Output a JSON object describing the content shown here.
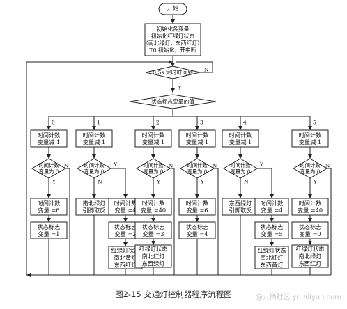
{
  "diagram": {
    "start": "开始",
    "init": [
      "初始化各变量",
      "初始化红绿灯状态",
      "（南北绿灯，东西红灯）",
      "T0 初始化，开中断"
    ],
    "timer_check": "0.5s 定时时间到",
    "state_check": "状态标志变量的值",
    "branch_y": "Y",
    "branch_n": "N",
    "case_labels": [
      "0",
      "1",
      "2",
      "3",
      "4",
      "5"
    ],
    "counter_decrement": [
      "时间计数",
      "变量减 1"
    ],
    "counter_zero_question": [
      "时间计数",
      "变量为 0"
    ],
    "branches": [
      {
        "after_zero": [
          [
            "时间计数",
            "变量 =6"
          ],
          [
            "状态标志",
            "变量 =1"
          ]
        ]
      },
      {
        "y_steps": [
          [
            "时间计数",
            "变量 =4"
          ],
          [
            "状态标志",
            "变量 =2"
          ],
          [
            "红绿灯状态",
            "南北黄灯",
            "东西红灯"
          ]
        ],
        "n_steps": [
          [
            "南北绿灯",
            "引脚取反"
          ]
        ]
      },
      {
        "after_zero": [
          [
            "时间计数",
            "变量 =40"
          ],
          [
            "状态标志",
            "变量 =3"
          ],
          [
            "红绿灯状态",
            "南北红灯",
            "东西绿灯"
          ]
        ]
      },
      {
        "after_zero": [
          [
            "时间计数",
            "变量 =6"
          ],
          [
            "状态标志",
            "变量 =4"
          ]
        ]
      },
      {
        "y_steps": [
          [
            "时间计数",
            "变量 =4"
          ],
          [
            "状态标志",
            "变量 =5"
          ],
          [
            "红绿灯状态",
            "南北红灯",
            "东西黄灯"
          ]
        ],
        "n_steps": [
          [
            "东西绿灯",
            "引脚取反"
          ]
        ]
      },
      {
        "after_zero": [
          [
            "时间计数",
            "变量 =40"
          ],
          [
            "状态标志",
            "变量 =0"
          ],
          [
            "红绿灯状态",
            "南北绿灯",
            "东西红灯"
          ]
        ]
      }
    ]
  },
  "caption": "图2-15 交通灯控制器程序流程图",
  "watermark": "@云栖社区 yq.aliyun.com"
}
